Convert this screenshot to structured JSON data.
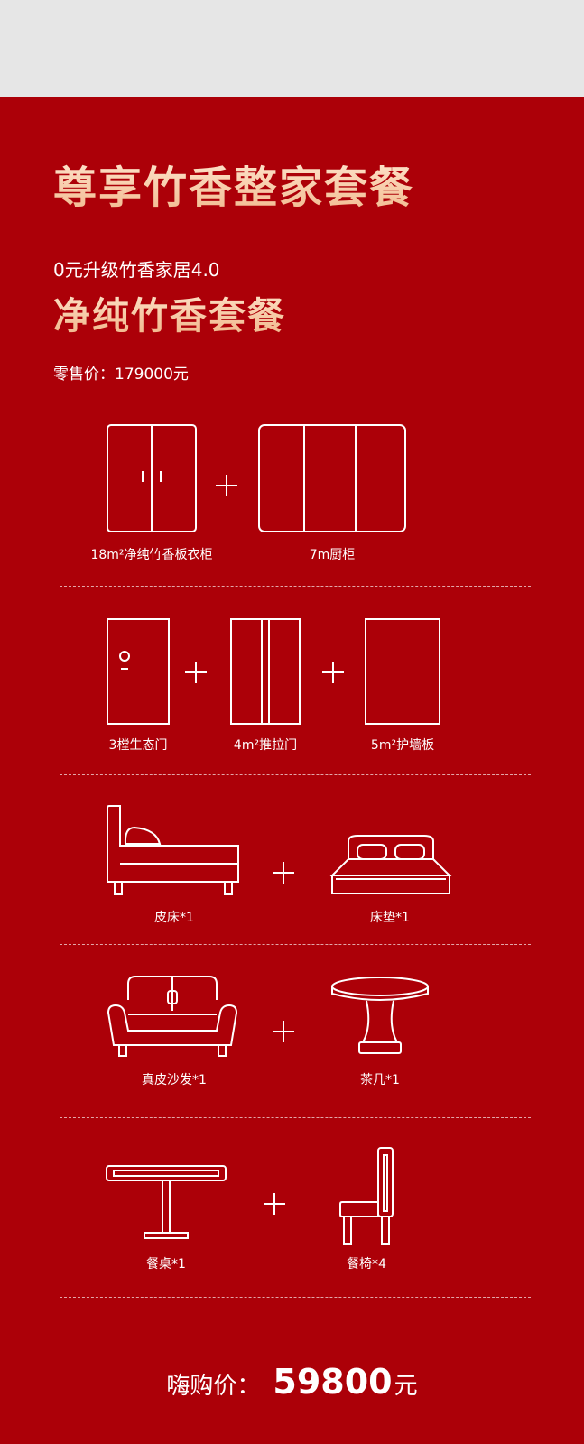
{
  "title": "尊享竹香整家套餐",
  "subtitle": "0元升级竹香家居4.0",
  "package_name": "净纯竹香套餐",
  "retail_price": "零售价：179000元",
  "colors": {
    "background": "#ac0008",
    "title_gold": "#f4c29c",
    "line": "#ffffff",
    "top_bar": "#e6e6e6"
  },
  "items": {
    "wardrobe": "18m²净纯竹香板衣柜",
    "cabinet": "7m厨柜",
    "door": "3樘生态门",
    "sliding_door": "4m²推拉门",
    "wall_panel": "5m²护墙板",
    "bed": "皮床*1",
    "mattress": "床垫*1",
    "sofa": "真皮沙发*1",
    "tea_table": "茶几*1",
    "dining_table": "餐桌*1",
    "dining_chair": "餐椅*4"
  },
  "final": {
    "label": "嗨购价：",
    "price": "59800",
    "unit": "元"
  }
}
